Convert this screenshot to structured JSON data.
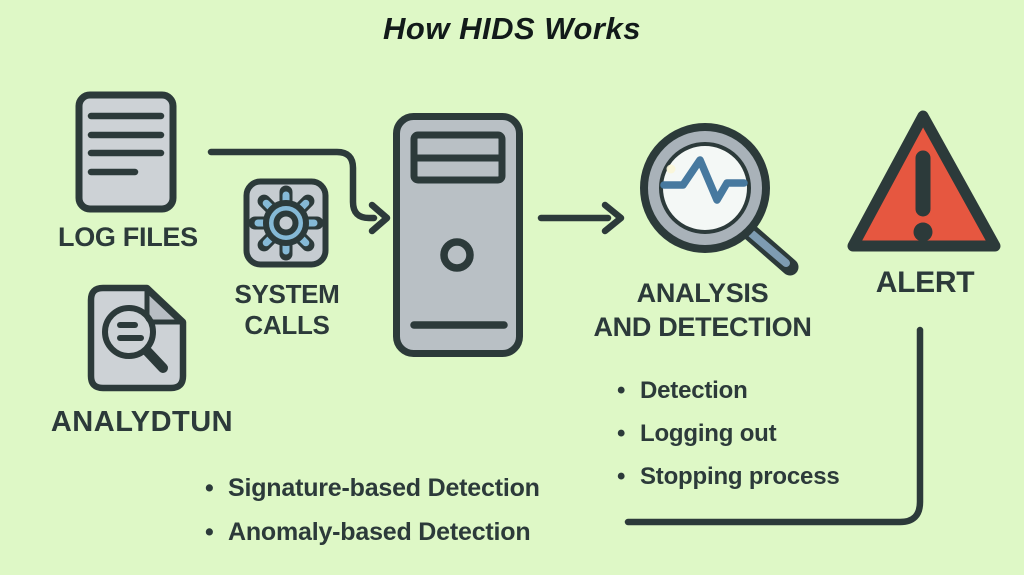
{
  "title": "How HIDS Works",
  "nodes": {
    "log_files": {
      "label": "LOG FILES",
      "icon": "document-lines-icon"
    },
    "system_calls": {
      "label": "SYSTEM CALLS",
      "icon": "gear-icon"
    },
    "analydtun": {
      "label": "ANALYDTUN",
      "icon": "document-magnifier-icon"
    },
    "host_system": {
      "icon": "computer-tower-icon"
    },
    "analysis": {
      "label_line1": "ANALYSIS",
      "label_line2": "AND DETECTION",
      "icon": "magnifier-waveform-icon"
    },
    "alert": {
      "label": "ALERT",
      "icon": "warning-triangle-icon"
    }
  },
  "detection_methods": {
    "items": [
      "Signature-based Detection",
      "Anomaly-based Detection"
    ]
  },
  "response_actions": {
    "items": [
      "Detection",
      "Logging out",
      "Stopping process"
    ]
  },
  "colors": {
    "background": "#def8c6",
    "outline": "#2c3a3a",
    "icon_gray": "#cdd2d6",
    "tower_gray": "#b9c0c5",
    "gear_blue": "#85b9d6",
    "wave_blue": "#47799f",
    "handle_blue_gray": "#7e9cb2",
    "alert_red": "#e65740"
  }
}
